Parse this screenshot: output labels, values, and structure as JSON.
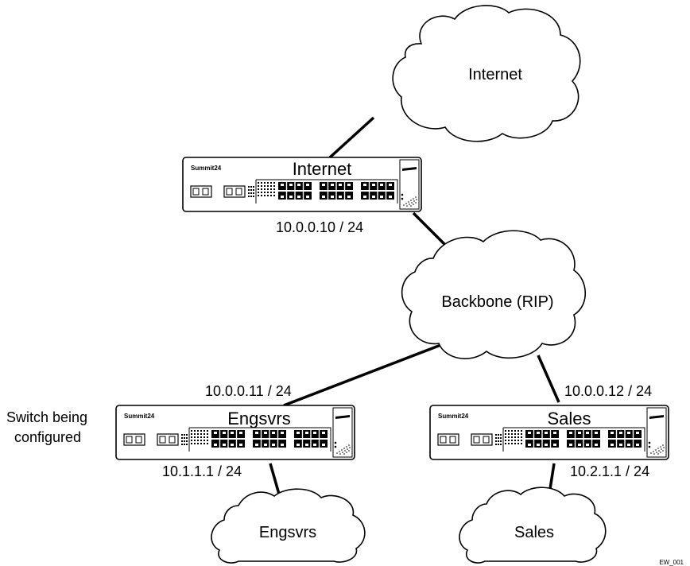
{
  "clouds": {
    "internet": "Internet",
    "backbone": "Backbone (RIP)",
    "engsvrs": "Engsvrs",
    "sales": "Sales"
  },
  "switches": {
    "internet": {
      "brand": "Summit24",
      "name": "Internet",
      "ip": "10.0.0.10 / 24"
    },
    "engsvrs": {
      "brand": "Summit24",
      "name": "Engsvrs",
      "ip_up": "10.0.0.11 / 24",
      "ip_down": "10.1.1.1 / 24"
    },
    "sales": {
      "brand": "Summit24",
      "name": "Sales",
      "ip_up": "10.0.0.12 / 24",
      "ip_down": "10.2.1.1 / 24"
    }
  },
  "callout": {
    "line1": "Switch being",
    "line2": "configured"
  },
  "figure_code": "EW_001"
}
